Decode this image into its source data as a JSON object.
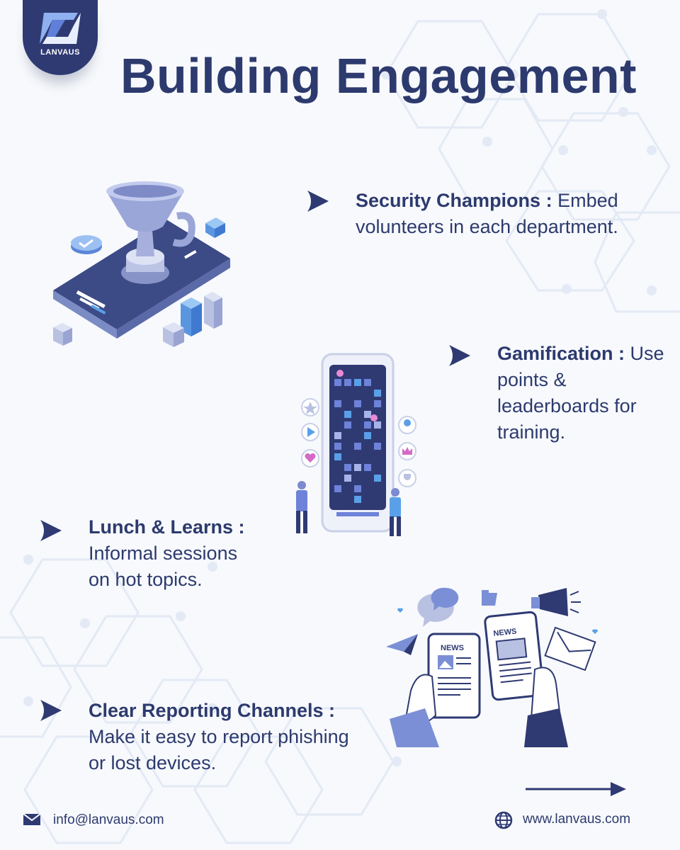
{
  "brand": {
    "name": "LANVAUS"
  },
  "title": "Building Engagement",
  "items": [
    {
      "title": "Security Champions :",
      "desc": " Embed volunteers in each department."
    },
    {
      "title": "Gamification :",
      "desc": " Use points & leaderboards for training."
    },
    {
      "title": "Lunch & Learns :",
      "desc": " Informal sessions on hot topics."
    },
    {
      "title": "Clear Reporting Channels :",
      "desc": " Make it easy to report phishing or lost devices."
    }
  ],
  "illustrations": {
    "news_left": "NEWS",
    "news_right": "NEWS"
  },
  "footer": {
    "email": "info@lanvaus.com",
    "website": "www.lanvaus.com"
  },
  "colors": {
    "navy": "#2f3a73",
    "text": "#2d3a6e",
    "accent": "#7b8fd6",
    "background": "#f7f9fc"
  },
  "icons": [
    "trophy-phone-illustration",
    "maze-game-phone-illustration",
    "news-phones-illustration",
    "arrow-right-icon",
    "mail-icon",
    "globe-icon"
  ]
}
